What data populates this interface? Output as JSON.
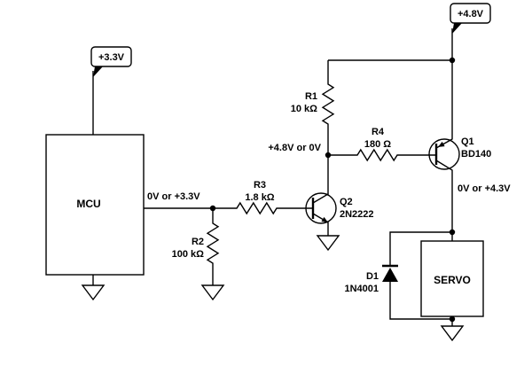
{
  "schematic": {
    "power_flags": {
      "mcu_rail": "+3.3V",
      "servo_rail": "+4.8V"
    },
    "blocks": {
      "mcu": "MCU",
      "servo": "SERVO"
    },
    "components": {
      "r1": {
        "ref": "R1",
        "value": "10 kΩ"
      },
      "r2": {
        "ref": "R2",
        "value": "100 kΩ"
      },
      "r3": {
        "ref": "R3",
        "value": "1.8 kΩ"
      },
      "r4": {
        "ref": "R4",
        "value": "180 Ω"
      },
      "q1": {
        "ref": "Q1",
        "value": "BD140"
      },
      "q2": {
        "ref": "Q2",
        "value": "2N2222"
      },
      "d1": {
        "ref": "D1",
        "value": "1N4001"
      }
    },
    "net_labels": {
      "mcu_output": "0V or +3.3V",
      "q2_collector": "+4.8V or 0V",
      "servo_supply": "0V or +4.3V"
    },
    "colors": {
      "wire": "#000000",
      "background": "#ffffff"
    }
  }
}
